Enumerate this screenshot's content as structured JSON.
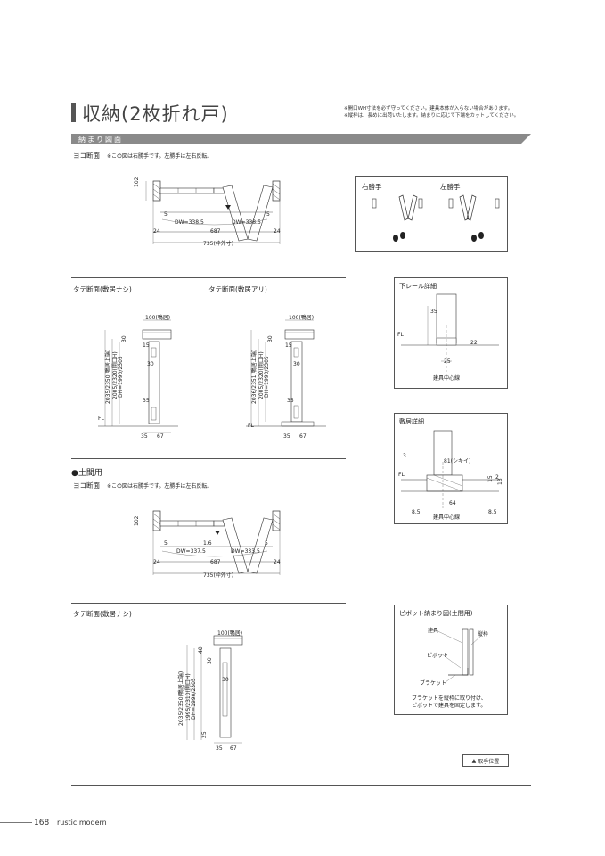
{
  "header": {
    "title": "収納(2枚折れ戸)",
    "note_1": "※開口WH寸法を必ず守ってください。建具本体が入らない場合があります。",
    "note_2": "※縦枠は、長めに出荷いたします。納まりに応じて下端をカットしてください。"
  },
  "band": {
    "label": "納まり図面",
    "color": "#8a8a8a"
  },
  "section1": {
    "title": "ヨコ断面",
    "note": "※この図は右勝手です。左勝手は左右反転。",
    "dims": {
      "depth": "102",
      "gap": "5",
      "dw_left": "DW=338.5",
      "dw_right": "DW=338.5",
      "inner": "687",
      "side_left": "24",
      "side_right": "24",
      "overall": "735(枠外寸)"
    }
  },
  "hand_box": {
    "right_label": "右勝手",
    "left_label": "左勝手"
  },
  "tate1": {
    "title": "タテ断面(敷居ナシ)",
    "head": "100(鴨居)",
    "dims": [
      "2035/2350(鴨居上端)",
      "2005/2320(開口H)",
      "DH=1990/2305"
    ],
    "d30": "30",
    "d15": "15",
    "d35": "35",
    "d67": "67",
    "d30b": "30",
    "fl": "FL"
  },
  "tate2": {
    "title": "タテ断面(敷居アリ)",
    "head": "100(鴨居)",
    "dims": [
      "2036/2351(鴨居上端)",
      "2005/2320(開口H)",
      "DH=1990/2305"
    ],
    "d30": "30",
    "d15": "15",
    "d35": "35",
    "d67": "67",
    "d30b": "30",
    "fl": "FL"
  },
  "rail_box": {
    "title": "下レール詳細",
    "d35": "35",
    "d22": "22",
    "d25": "25",
    "fl": "FL",
    "center": "建具中心線"
  },
  "sill_box": {
    "title": "敷居詳細",
    "d3": "3",
    "d81": "81(シキイ)",
    "d64": "64",
    "d15": "15",
    "d18": "18",
    "d2": "2",
    "d85a": "8.5",
    "d85b": "8.5",
    "fl": "FL",
    "center": "建具中心線"
  },
  "doma": {
    "heading": "●土間用",
    "title": "ヨコ断面",
    "note": "※この図は右勝手です。左勝手は左右反転。",
    "dims": {
      "depth": "102",
      "gap_l": "5",
      "d16": "1.6",
      "gap_r": "5",
      "dw_left": "DW=337.5",
      "dw_right": "DW=333.5",
      "inner": "687",
      "side_left": "24",
      "side_right": "24",
      "overall": "735(枠外寸)"
    }
  },
  "tate3": {
    "title": "タテ断面(敷居ナシ)",
    "head": "100(鴨居)",
    "dims": [
      "2035/2350(鴨居上端)",
      "1995/2310(開口H)",
      "DH=1990/2305"
    ],
    "d40": "40",
    "d30": "30",
    "d30b": "30",
    "d25": "25",
    "d35": "35",
    "d67": "67"
  },
  "pivot_box": {
    "title": "ピボット納まり図(土間用)",
    "tategu": "建具",
    "tatewaku": "縦枠",
    "pivot": "ピボット",
    "bracket": "ブラケット",
    "caption_1": "ブラケットを縦枠に取り付け、",
    "caption_2": "ピボットで建具を固定します。"
  },
  "legend": {
    "label": "取手位置"
  },
  "footer": {
    "page": "168",
    "series": "rustic modern"
  }
}
